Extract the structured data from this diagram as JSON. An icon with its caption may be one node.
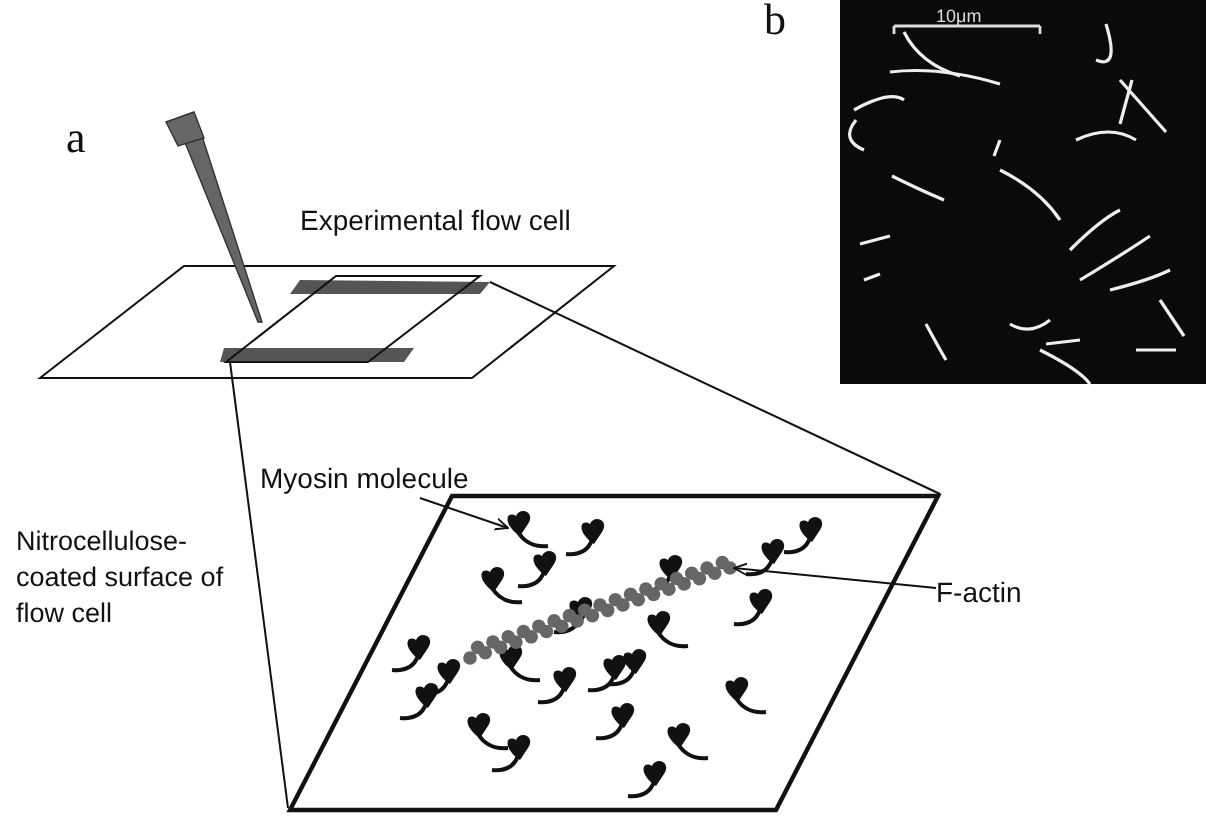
{
  "diagram": {
    "nodes": [
      {
        "text": [
          "Myosin molecule"
        ]
      },
      {
        "text": [],
        "shape": "picture"
      },
      {
        "text": [
          "F-actin"
        ]
      },
      {
        "text": [],
        "shape": "picture"
      }
    ],
    "edges": [
      {
        "from": 0,
        "to": 1,
        "arrow": "to"
      },
      {
        "from": 2,
        "to": 3,
        "arrow": "to"
      }
    ],
    "labels": [
      "a",
      "b",
      "10μm",
      "Experimental flow cell",
      "Nitrocellulose-coated surface of flow cell"
    ]
  }
}
